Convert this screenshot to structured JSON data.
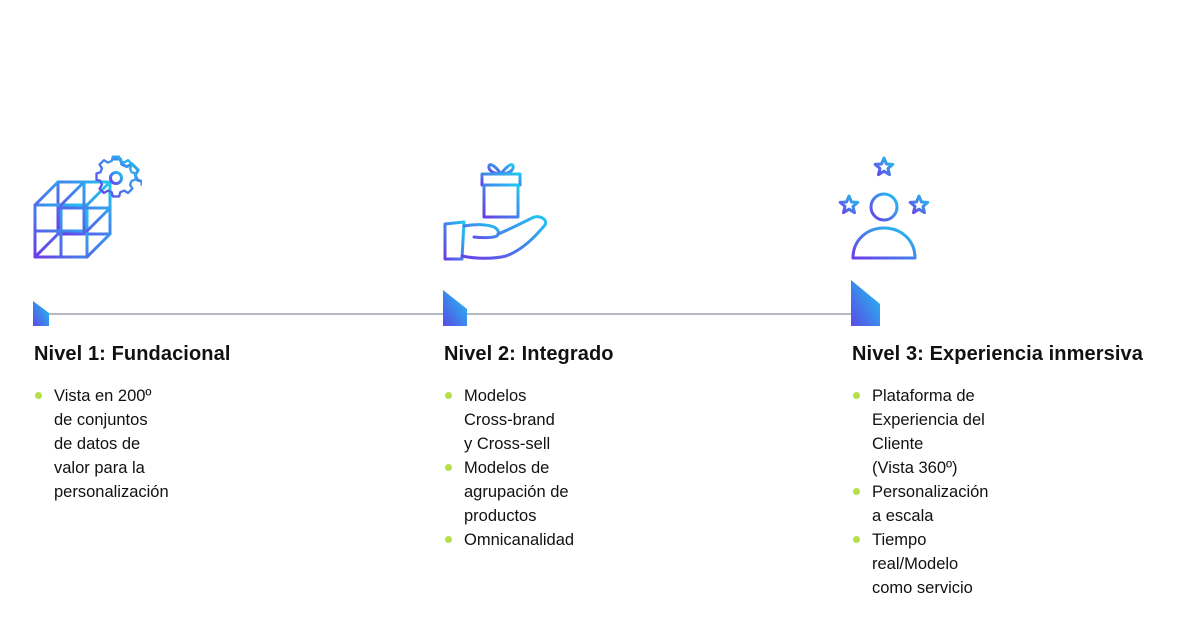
{
  "colors": {
    "gradient_start": "#6a3de8",
    "gradient_end": "#1ec8f0",
    "timeline": "#b5b9c4",
    "bullet_dot": "#b4e04a",
    "text": "#111111"
  },
  "levels": [
    {
      "icon": "cube-gear-icon",
      "title": "Nivel 1: Fundacional",
      "bullets": [
        "Vista en 200º de conjuntos\nde datos de valor para la\npersonalización"
      ]
    },
    {
      "icon": "gift-hand-icon",
      "title": "Nivel 2: Integrado",
      "bullets": [
        "Modelos Cross-brand\ny Cross-sell",
        "Modelos de agrupación de productos",
        "Omnicanalidad"
      ]
    },
    {
      "icon": "person-stars-icon",
      "title": "Nivel 3: Experiencia inmersiva",
      "bullets": [
        "Plataforma de Experiencia del Cliente\n(Vista 360º)",
        "Personalización a escala",
        "Tiempo real/Modelo como servicio"
      ]
    }
  ]
}
